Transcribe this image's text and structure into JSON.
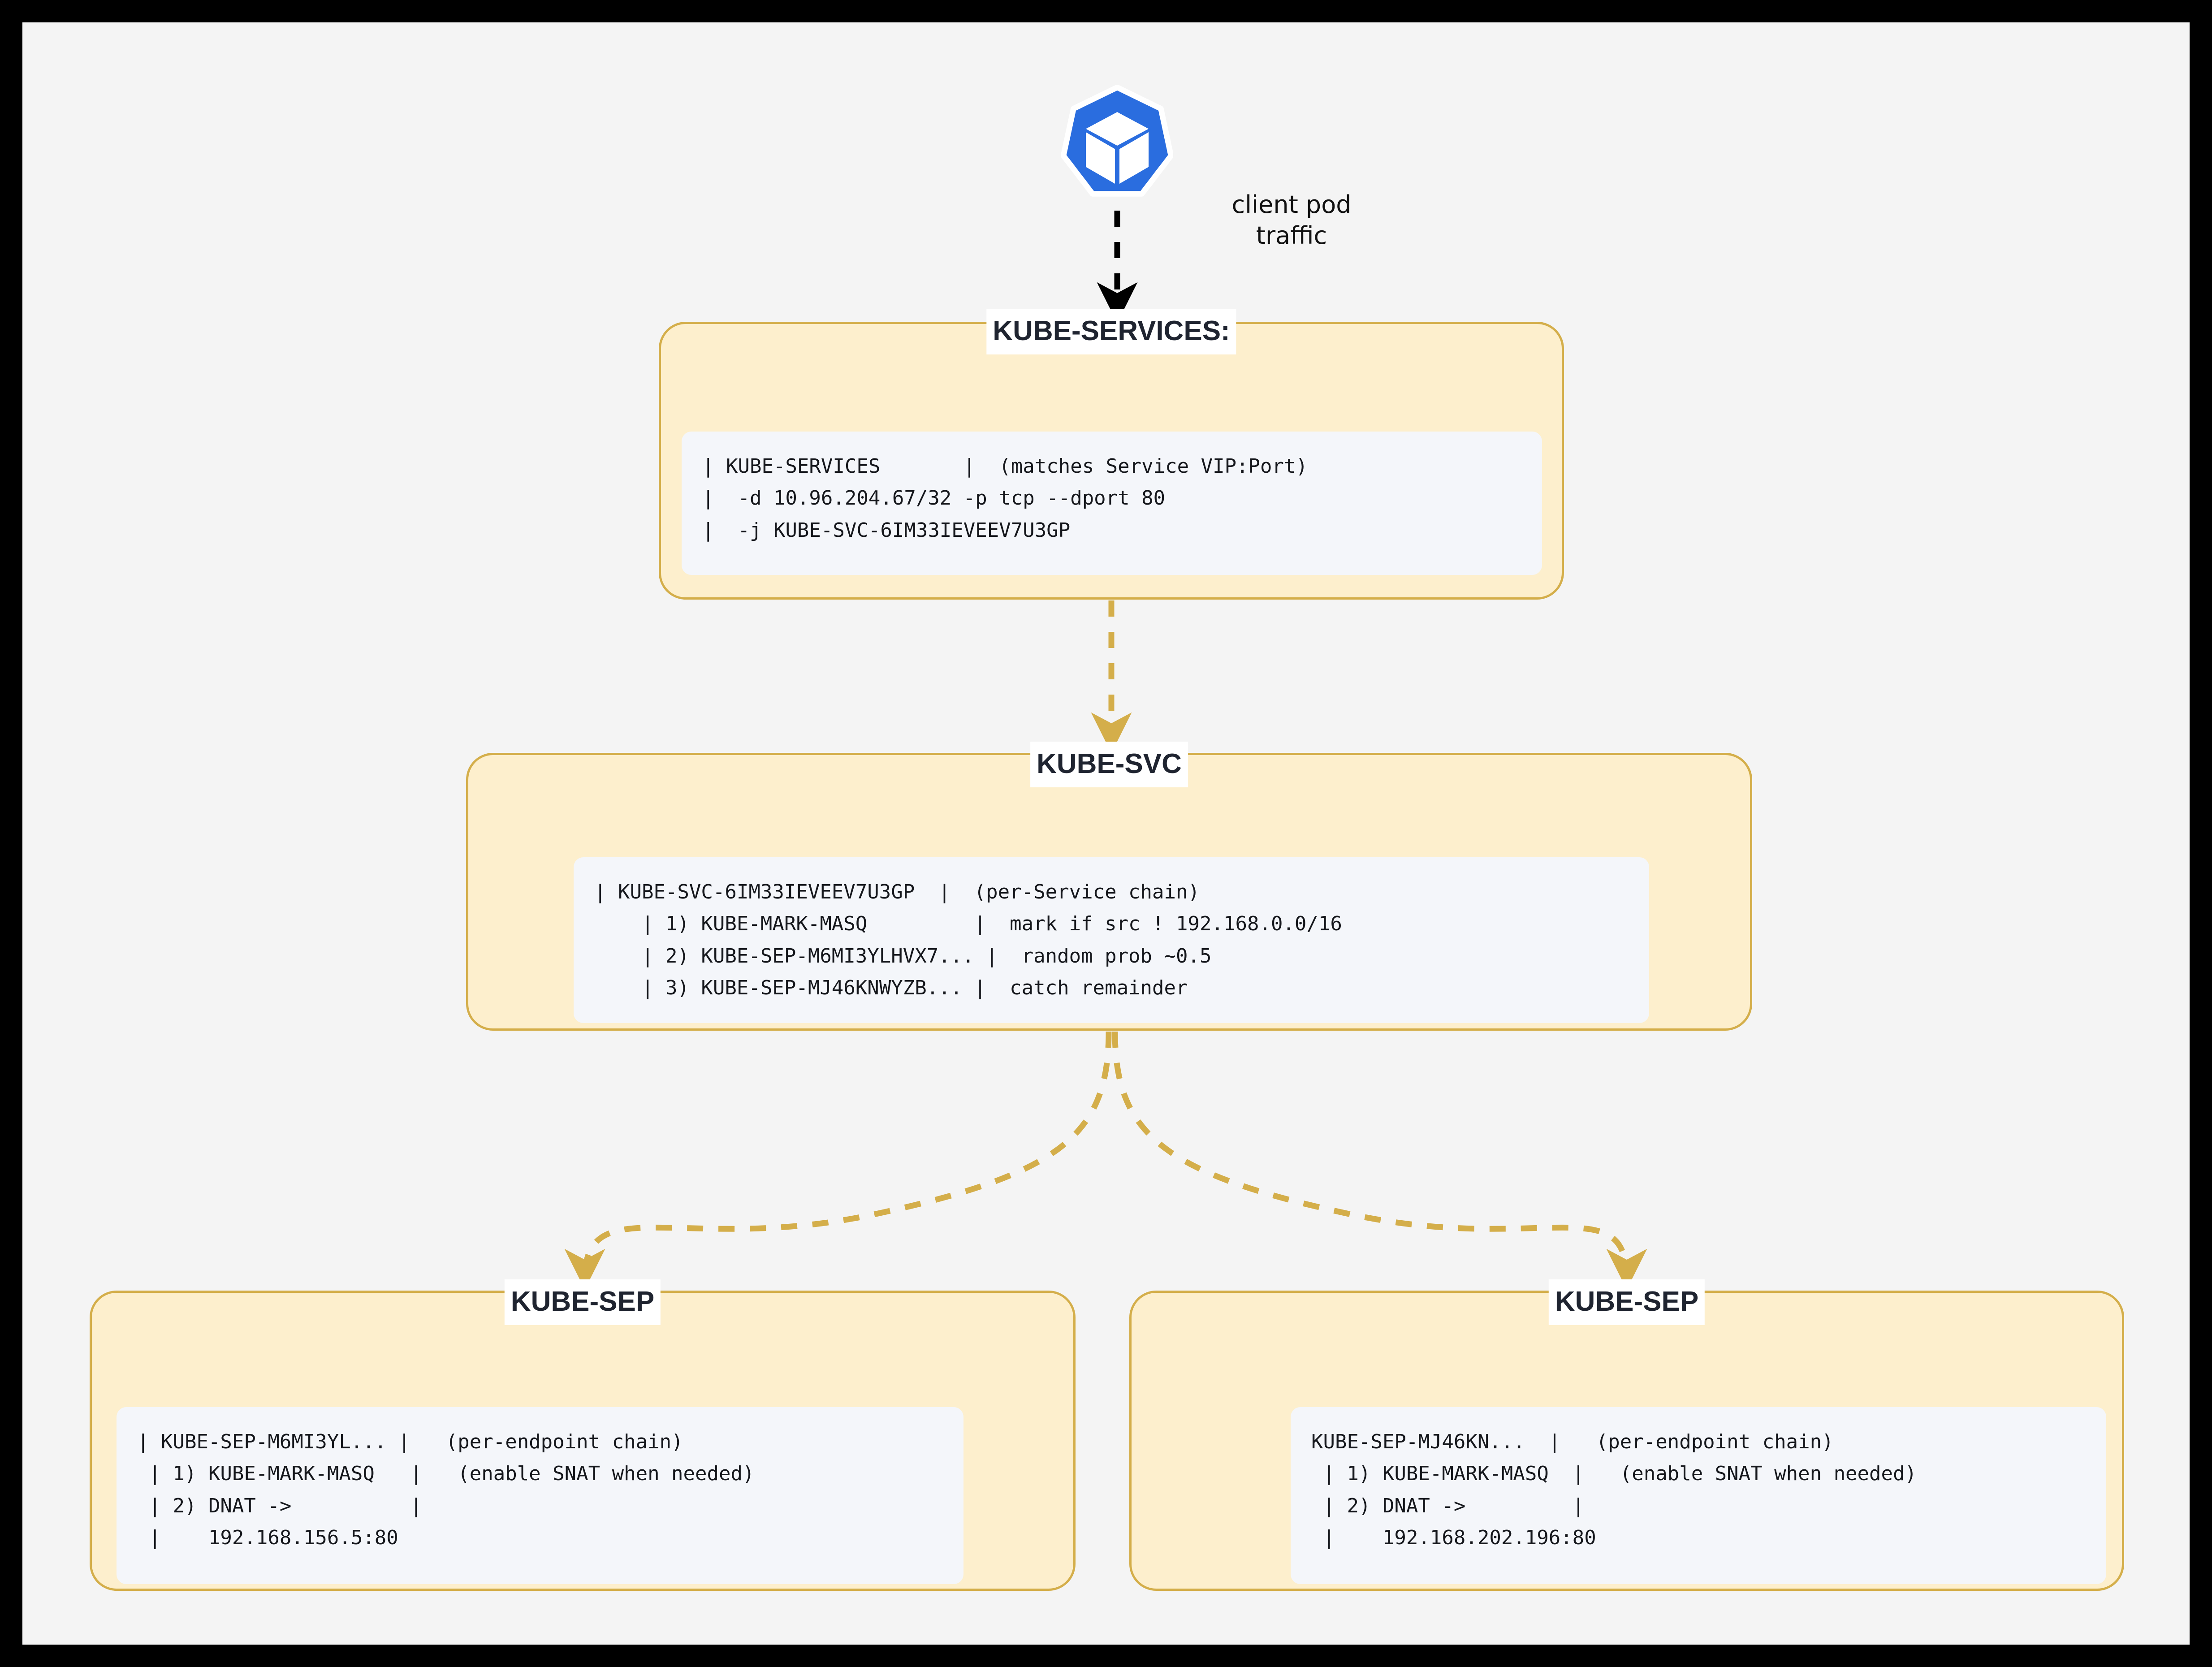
{
  "canvas": {
    "background": "#f4f4f4",
    "frame_color": "#000000"
  },
  "theme": {
    "node_fill": "#fdefcd",
    "node_border": "#d4ae4a",
    "code_fill": "#f4f6fa",
    "arrow_primary": "#000000",
    "arrow_flow": "#d4ae4a",
    "logo_blue": "#2a6ddf",
    "title_text": "#1f2430"
  },
  "logo": {
    "name": "kubernetes-logo",
    "alt": "Kubernetes"
  },
  "annotations": {
    "client_pod_traffic": "client pod\ntraffic"
  },
  "nodes": [
    {
      "id": "kube-services",
      "title": "KUBE-SERVICES:",
      "code": "| KUBE-SERVICES       |  (matches Service VIP:Port)\n|  -d 10.96.204.67/32 -p tcp --dport 80\n|  -j KUBE-SVC-6IM33IEVEEV7U3GP"
    },
    {
      "id": "kube-svc",
      "title": "KUBE-SVC",
      "code": "| KUBE-SVC-6IM33IEVEEV7U3GP  |  (per-Service chain)\n    | 1) KUBE-MARK-MASQ         |  mark if src ! 192.168.0.0/16\n    | 2) KUBE-SEP-M6MI3YLHVX7... |  random prob ~0.5\n    | 3) KUBE-SEP-MJ46KNWYZB... |  catch remainder"
    },
    {
      "id": "kube-sep-left",
      "title": "KUBE-SEP",
      "code": "| KUBE-SEP-M6MI3YL... |   (per-endpoint chain)\n | 1) KUBE-MARK-MASQ   |   (enable SNAT when needed)\n | 2) DNAT ->          |\n |    192.168.156.5:80"
    },
    {
      "id": "kube-sep-right",
      "title": "KUBE-SEP",
      "code": "KUBE-SEP-MJ46KN...  |   (per-endpoint chain)\n | 1) KUBE-MARK-MASQ  |   (enable SNAT when needed)\n | 2) DNAT ->         |\n |    192.168.202.196:80"
    }
  ],
  "edges": [
    {
      "id": "logo-to-services",
      "style": "dashed",
      "color": "#000000"
    },
    {
      "id": "services-to-svc",
      "style": "dashed",
      "color": "#d4ae4a"
    },
    {
      "id": "svc-to-sep-left",
      "style": "dashed",
      "color": "#d4ae4a"
    },
    {
      "id": "svc-to-sep-right",
      "style": "dashed",
      "color": "#d4ae4a"
    }
  ]
}
